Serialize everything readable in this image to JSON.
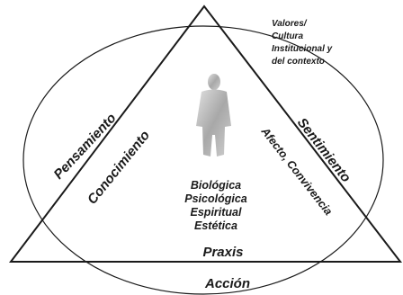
{
  "labels": {
    "pensamiento": "Pensamiento",
    "conocimiento": "Conocimiento",
    "sentimiento": "Sentimiento",
    "afecto": "Afecto, Convivencia",
    "praxis": "Praxis",
    "accion": "Acción"
  },
  "valores_lines": [
    "Valores/",
    "Cultura",
    "Institucional y",
    "del contexto"
  ],
  "dimensions": [
    "Biológica",
    "Psicológica",
    "Espiritual",
    "Estética"
  ],
  "colors": {
    "ink": "#1a1a1a",
    "figure_light": "#d8d8d8",
    "figure_dark": "#8c8c8c"
  }
}
